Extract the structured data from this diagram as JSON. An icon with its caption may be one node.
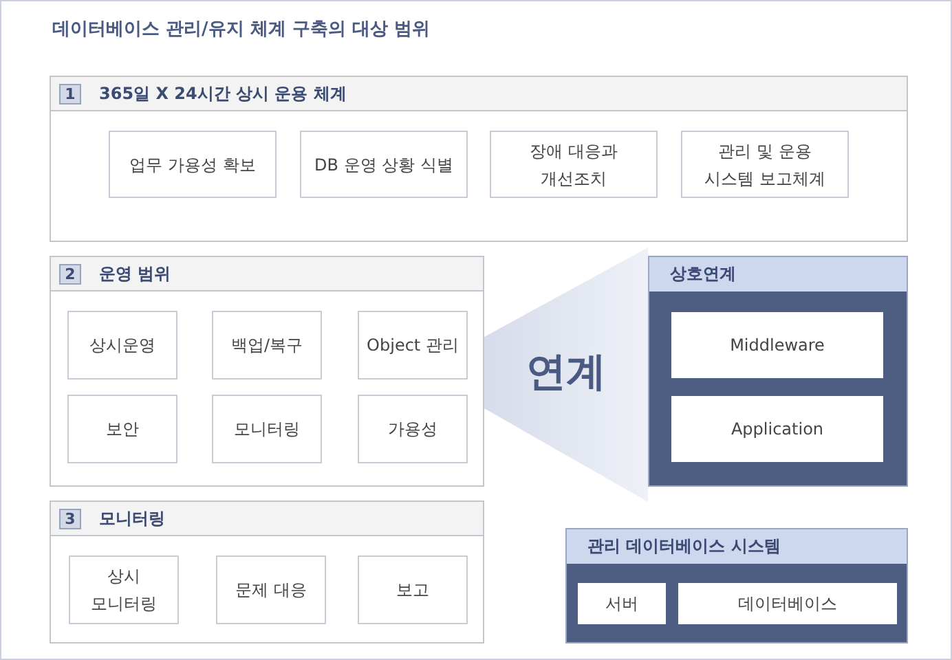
{
  "diagram": {
    "title": "데이터베이스 관리/유지 체계 구축의 대상 범위",
    "nodes": [
      {
        "text": [
          "1",
          "365일 X 24시간 상시 운용 체계"
        ]
      },
      {
        "text": [
          "업무 가용성 확보"
        ],
        "in": 0
      },
      {
        "text": [
          "DB 운영 상황 식별"
        ],
        "in": 0
      },
      {
        "text": [
          "장애 대응과 개선조치"
        ],
        "in": 0
      },
      {
        "text": [
          "관리 및 운용 시스템 보고체계"
        ],
        "in": 0
      },
      {
        "text": [
          "2",
          "운영 범위"
        ]
      },
      {
        "text": [
          "상시운영"
        ],
        "in": 5
      },
      {
        "text": [
          "백업/복구"
        ],
        "in": 5
      },
      {
        "text": [
          "Object 관리"
        ],
        "in": 5
      },
      {
        "text": [
          "보안"
        ],
        "in": 5
      },
      {
        "text": [
          "모니터링"
        ],
        "in": 5
      },
      {
        "text": [
          "가용성"
        ],
        "in": 5
      },
      {
        "text": [
          "연계"
        ]
      },
      {
        "text": [
          "상호연계"
        ]
      },
      {
        "text": [
          "Middleware"
        ],
        "in": 13
      },
      {
        "text": [
          "Application"
        ],
        "in": 13
      },
      {
        "text": [
          "3",
          "모니터링"
        ]
      },
      {
        "text": [
          "상시 모니터링"
        ],
        "in": 16
      },
      {
        "text": [
          "문제 대응"
        ],
        "in": 16
      },
      {
        "text": [
          "보고"
        ],
        "in": 16
      },
      {
        "text": [
          "관리 데이터베이스 시스템"
        ]
      },
      {
        "text": [
          "서버"
        ],
        "in": 20
      },
      {
        "text": [
          "데이터베이스"
        ],
        "in": 20
      }
    ]
  }
}
